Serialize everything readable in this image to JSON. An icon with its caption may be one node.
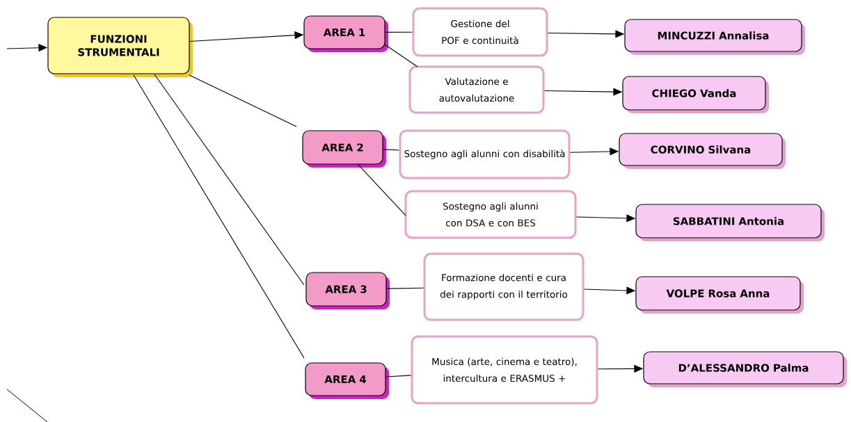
{
  "diagram": {
    "nodes": [
      {
        "text": [
          "FUNZIONI STRUMENTALI"
        ]
      },
      {
        "text": [
          "AREA 1"
        ]
      },
      {
        "text": [
          "Gestione del POF e continuità"
        ]
      },
      {
        "text": [
          "MINCUZZI Annalisa"
        ]
      },
      {
        "text": [
          "Valutazione e autovalutazione"
        ]
      },
      {
        "text": [
          "CHIEGO Vanda"
        ]
      },
      {
        "text": [
          "AREA 2"
        ]
      },
      {
        "text": [
          "Sostegno agli alunni con disabilità"
        ]
      },
      {
        "text": [
          "CORVINO Silvana"
        ]
      },
      {
        "text": [
          "Sostegno agli alunni con DSA e con BES"
        ]
      },
      {
        "text": [
          "SABBATINI Antonia"
        ]
      },
      {
        "text": [
          "AREA 3"
        ]
      },
      {
        "text": [
          "Formazione docenti e cura dei rapporti con il territorio"
        ]
      },
      {
        "text": [
          "VOLPE Rosa Anna"
        ]
      },
      {
        "text": [
          "AREA 4"
        ]
      },
      {
        "text": [
          "Musica (arte, cinema e teatro), intercultura e ERASMUS +"
        ]
      },
      {
        "text": [
          "D’ALESSANDRO Palma"
        ]
      }
    ],
    "edges": [
      {
        "from": null,
        "to": 0,
        "arrow": "to"
      },
      {
        "from": 0,
        "to": 1,
        "arrow": "to"
      },
      {
        "from": 0,
        "to": 6,
        "arrow": "none"
      },
      {
        "from": 0,
        "to": 11,
        "arrow": "none"
      },
      {
        "from": 0,
        "to": 14,
        "arrow": "none"
      },
      {
        "from": 1,
        "to": 2,
        "arrow": "none"
      },
      {
        "from": 1,
        "to": 4,
        "arrow": "none"
      },
      {
        "from": 2,
        "to": 3,
        "arrow": "to"
      },
      {
        "from": 4,
        "to": 5,
        "arrow": "to"
      },
      {
        "from": 6,
        "to": 7,
        "arrow": "none"
      },
      {
        "from": 6,
        "to": 9,
        "arrow": "none"
      },
      {
        "from": 7,
        "to": 8,
        "arrow": "to"
      },
      {
        "from": 9,
        "to": 10,
        "arrow": "to"
      },
      {
        "from": 11,
        "to": 12,
        "arrow": "none"
      },
      {
        "from": 12,
        "to": 13,
        "arrow": "to"
      },
      {
        "from": 14,
        "to": 15,
        "arrow": "none"
      },
      {
        "from": 15,
        "to": 16,
        "arrow": "to"
      }
    ]
  }
}
